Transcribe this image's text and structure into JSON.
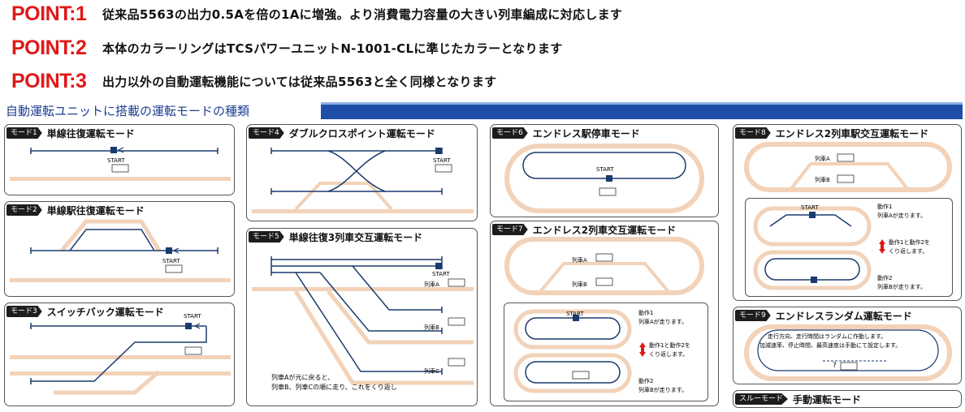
{
  "points": [
    {
      "tag": "POINT:1",
      "text": "従来品5563の出力0.5Aを倍の1Aに増強。より消費電力容量の大きい列車編成に対応します"
    },
    {
      "tag": "POINT:2",
      "text": "本体のカラーリングはTCSパワーユニットN-1001-CLに準じたカラーとなります"
    },
    {
      "tag": "POINT:3",
      "text": "出力以外の自動運転機能については従来品5563と全く同様となります"
    }
  ],
  "section_title": "自動運転ユニットに搭載の運転モードの種類",
  "modes": {
    "m1": {
      "badge": "モード1",
      "title": "単線往復運転モード",
      "start": "START"
    },
    "m2": {
      "badge": "モード2",
      "title": "単線駅往復運転モード",
      "start": "START"
    },
    "m3": {
      "badge": "モード3",
      "title": "スイッチバック運転モード",
      "start": "START"
    },
    "m4": {
      "badge": "モード4",
      "title": "ダブルクロスポイント運転モード",
      "start": "START"
    },
    "m5": {
      "badge": "モード5",
      "title": "単線往復3列車交互運転モード",
      "start": "START",
      "trainA": "列車A",
      "trainB": "列車B",
      "trainC": "列車C",
      "note1": "列車Aが元に戻ると、",
      "note2": "列車B、列車Cの順に走り、これをくり返し"
    },
    "m6": {
      "badge": "モード6",
      "title": "エンドレス駅停車モード",
      "start": "START"
    },
    "m7": {
      "badge": "モード7",
      "title": "エンドレス2列車交互運転モード",
      "trainA": "列車A",
      "trainB": "列車B",
      "start": "START",
      "act1": "動作1",
      "act1b": "列車Aが走ります。",
      "mid1": "動作1と動作2を",
      "mid2": "くり返します。",
      "act2": "動作2",
      "act2b": "列車Bが走ります。"
    },
    "m8": {
      "badge": "モード8",
      "title": "エンドレス2列車駅交互運転モード",
      "trainA": "列車A",
      "trainB": "列車B",
      "start": "START",
      "act1": "動作1",
      "act1b": "列車Aが走ります。",
      "mid1": "動作1と動作2を",
      "mid2": "くり返します。",
      "act2": "動作2",
      "act2b": "列車Bが走ります。"
    },
    "m9": {
      "badge": "モード9",
      "title": "エンドレスランダム運転モード",
      "desc1": "走行方向、走行時間はランダムに作動します。",
      "desc2": "加減速率、停止時間、最高速度は手動にて設定します。",
      "q": "?"
    },
    "through": {
      "badge": "スルーモード",
      "title": "手動運転モード"
    }
  },
  "colors": {
    "accent": "#e01818",
    "rail": "#f2d2b8",
    "track": "#1a3a6e",
    "section": "#1e4ea8"
  }
}
